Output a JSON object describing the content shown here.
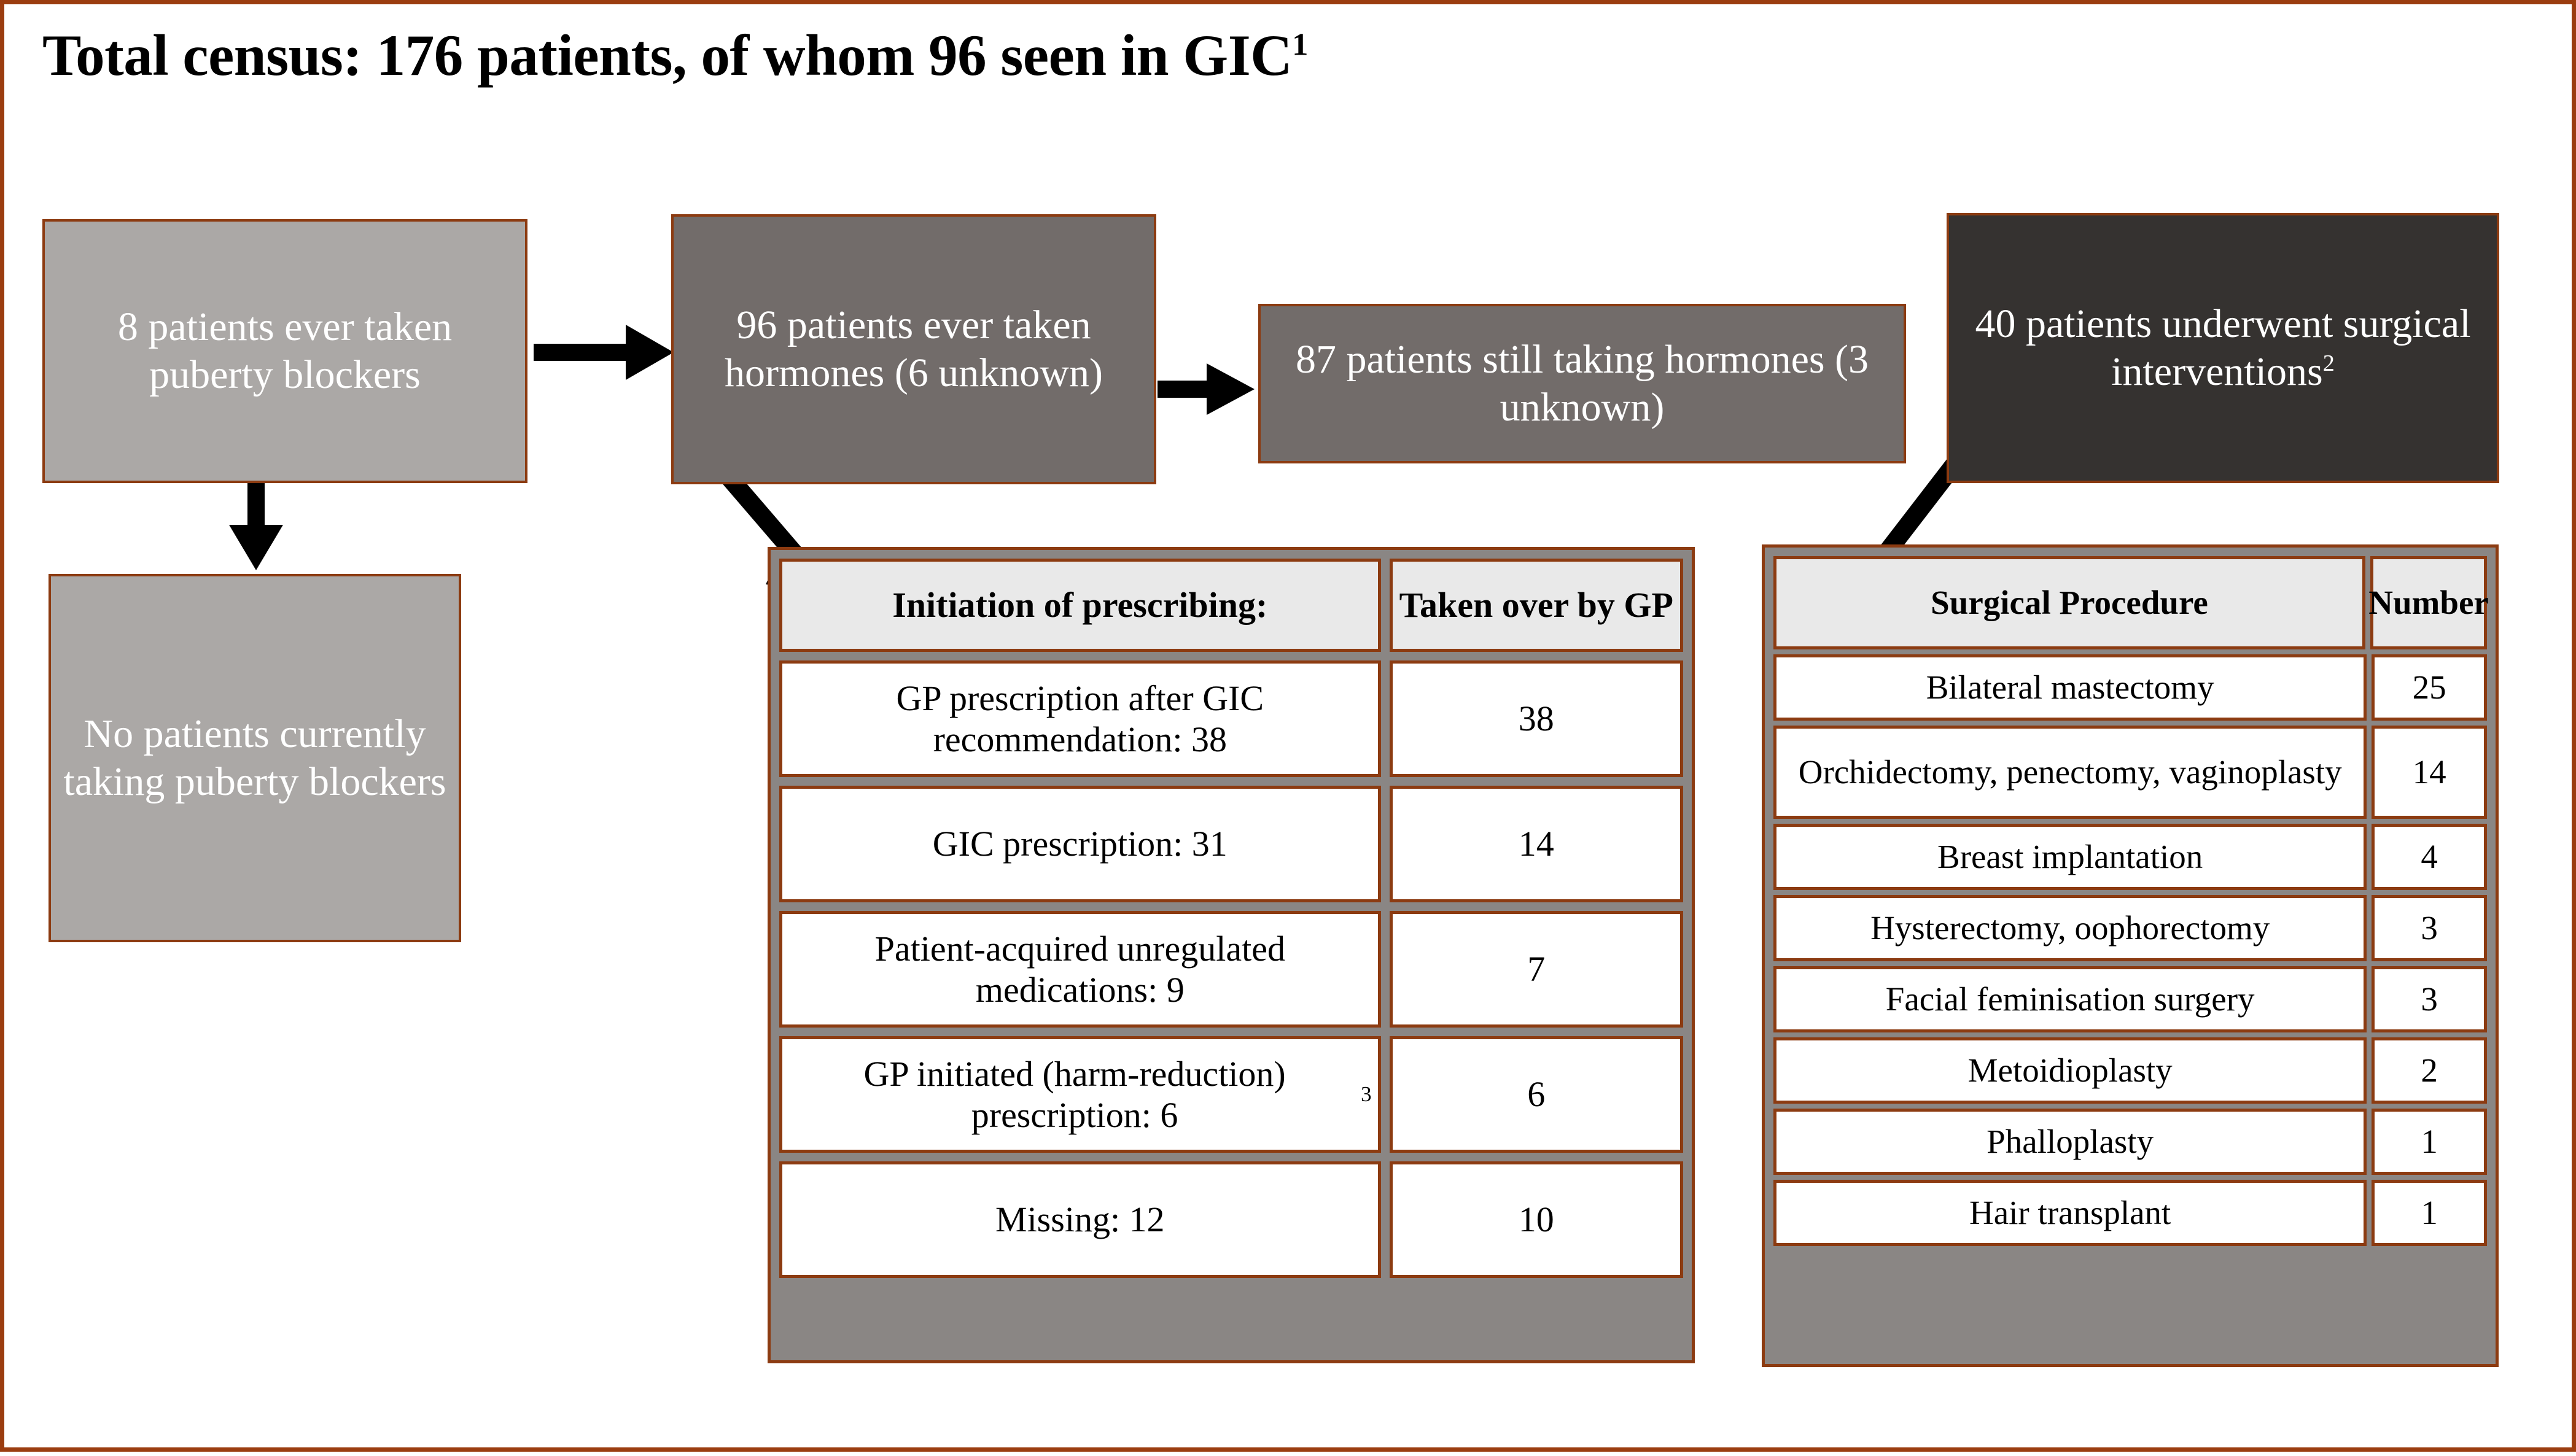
{
  "title": {
    "text": "Total census: 176 patients, of whom 96 seen in GIC",
    "superscript": "1"
  },
  "boxes": {
    "puberty_blockers_ever": "8 patients ever taken puberty blockers",
    "puberty_blockers_current": "No patients currently taking puberty blockers",
    "hormones_ever": "96 patients ever taken hormones (6 unknown)",
    "hormones_still": "87 patients still taking hormones (3 unknown)",
    "surgery": {
      "text": "40 patients underwent surgical interventions",
      "superscript": "2"
    }
  },
  "prescribing_table": {
    "headers": [
      "Initiation  of prescribing:",
      "Taken over by GP"
    ],
    "rows": [
      {
        "label": "GP prescription after GIC recommendation: 38",
        "value": "38"
      },
      {
        "label": "GIC prescription: 31",
        "value": "14"
      },
      {
        "label": "Patient-acquired unregulated medications: 9",
        "value": "7"
      },
      {
        "label": "GP initiated (harm-reduction) prescription: 6",
        "label_sup": "3",
        "value": "6"
      },
      {
        "label": "Missing: 12",
        "value": "10"
      }
    ]
  },
  "surgical_table": {
    "headers": [
      "Surgical Procedure",
      "Number"
    ],
    "rows": [
      {
        "label": "Bilateral mastectomy",
        "value": "25"
      },
      {
        "label": "Orchidectomy, penectomy, vaginoplasty",
        "value": "14"
      },
      {
        "label": "Breast implantation",
        "value": "4"
      },
      {
        "label": "Hysterectomy, oophorectomy",
        "value": "3"
      },
      {
        "label": "Facial feminisation surgery",
        "value": "3"
      },
      {
        "label": "Metoidioplasty",
        "value": "2"
      },
      {
        "label": "Phalloplasty",
        "value": "1"
      },
      {
        "label": "Hair transplant",
        "value": "1"
      }
    ]
  },
  "colors": {
    "frame_border": "#9b3d10",
    "box_border": "#8c3b11",
    "light_gray": "#aba8a6",
    "mid_gray": "#726c6a",
    "dark_gray": "#353230",
    "table_bg": "#8a8684",
    "header_cell": "#e9e9e9",
    "arrow": "#000000"
  }
}
